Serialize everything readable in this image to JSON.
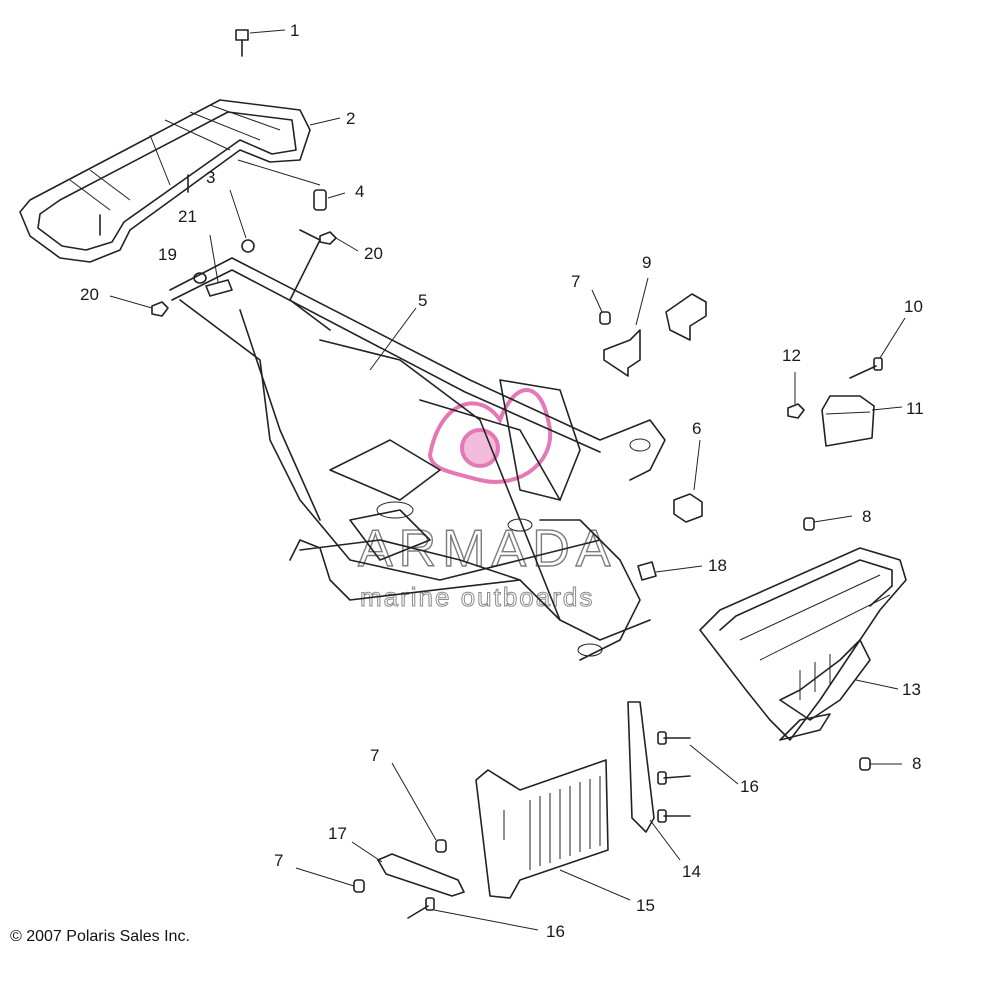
{
  "copyright": "© 2007 Polaris Sales Inc.",
  "watermark": {
    "title": "ARMADA",
    "subtitle": "marine outboards",
    "color": "#e060a8"
  },
  "callouts": {
    "c1": "1",
    "c2": "2",
    "c3": "3",
    "c4": "4",
    "c5": "5",
    "c6": "6",
    "c7a": "7",
    "c7b": "7",
    "c7c": "7",
    "c8a": "8",
    "c8b": "8",
    "c9": "9",
    "c10": "10",
    "c11": "11",
    "c12": "12",
    "c13": "13",
    "c14": "14",
    "c15": "15",
    "c16a": "16",
    "c16b": "16",
    "c17": "17",
    "c18": "18",
    "c19": "19",
    "c20a": "20",
    "c20b": "20",
    "c21": "21"
  }
}
